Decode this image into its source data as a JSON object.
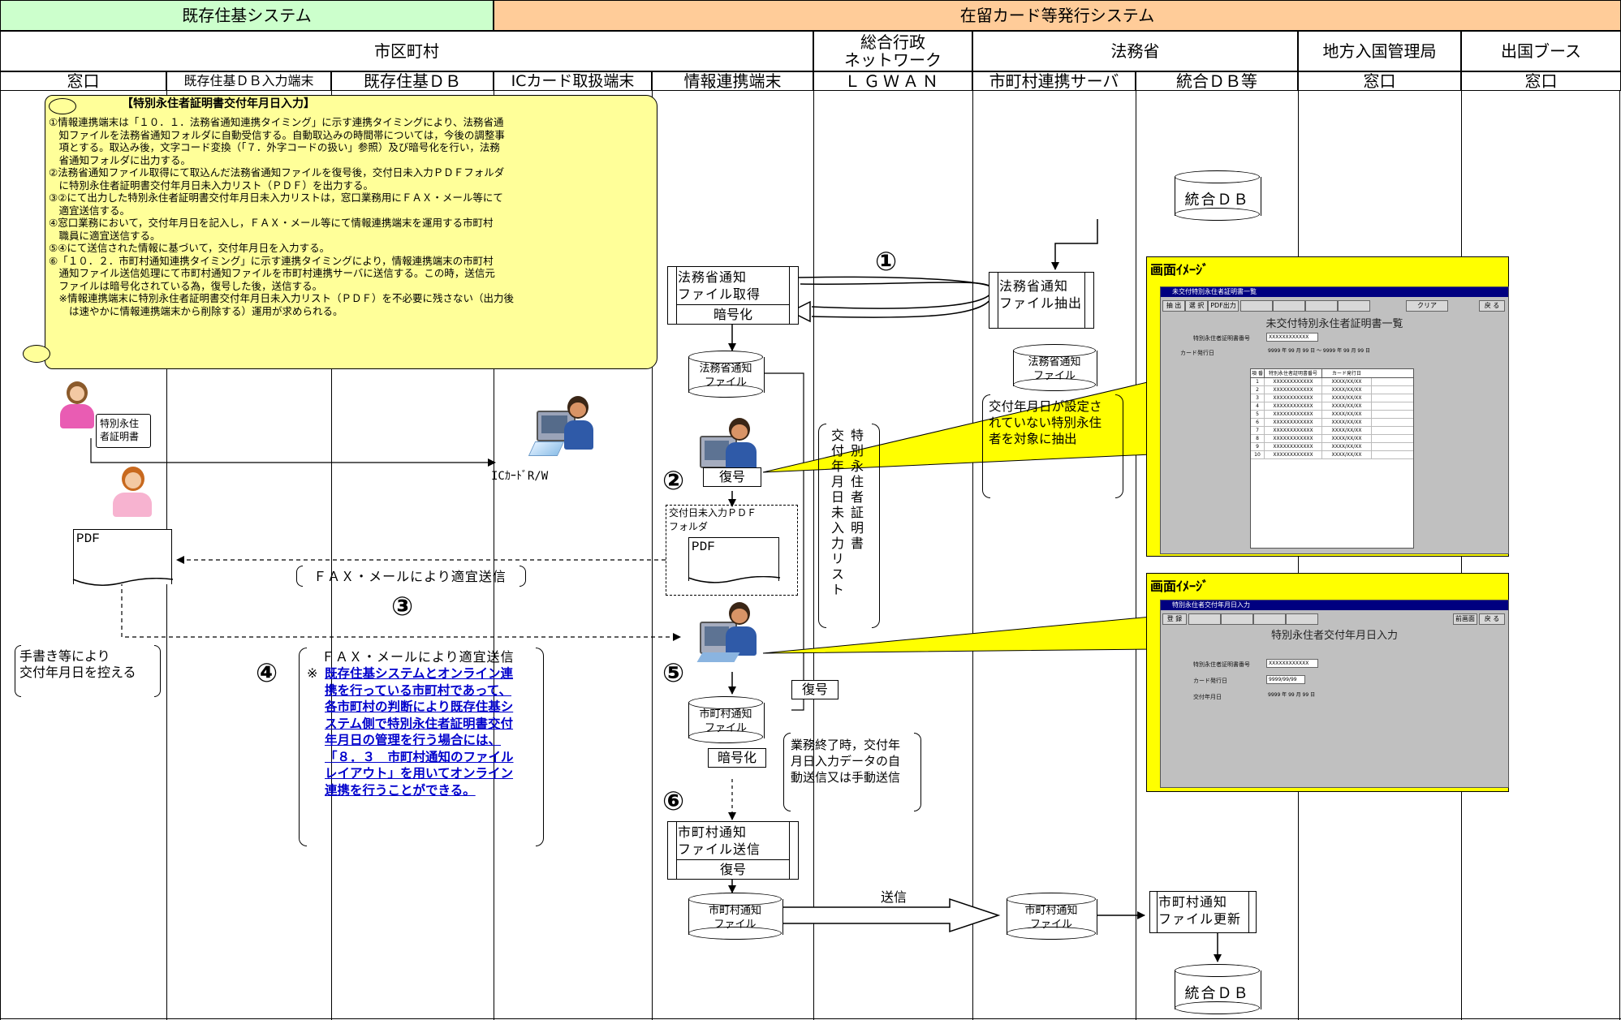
{
  "header": {
    "sys_existing": "既存住基システム",
    "sys_zairyu": "在留カード等発行システム",
    "org_city": "市区町村",
    "org_lgwan": "総合行政\nネットワーク",
    "org_moj": "法務省",
    "org_regional": "地方入国管理局",
    "org_booth": "出国ブース"
  },
  "lanes": [
    "窓口",
    "既存住基ＤＢ入力端末",
    "既存住基ＤＢ",
    "ICカード取扱端末",
    "情報連携端末",
    "ＬＧＷＡＮ",
    "市町村連携サーバ",
    "統合ＤＢ等",
    "窓口",
    "窓口"
  ],
  "note": {
    "title": "【特別永住者証明書交付年月日入力】",
    "lines": [
      "①情報連携端末は「１０．１．法務省通知連携タイミング」に示す連携タイミングにより、法務省通",
      "　知ファイルを法務省通知フォルダに自動受信する。自動取込みの時間帯については，今後の調整事",
      "　項とする。取込み後，文字コード変換（「７．外字コードの扱い」参照）及び暗号化を行い，法務",
      "　省通知フォルダに出力する。",
      "②法務省通知ファイル取得にて取込んだ法務省通知ファイルを復号後，交付日未入力ＰＤＦフォルダ",
      "　に特別永住者証明書交付年月日未入力リスト（ＰＤＦ）を出力する。",
      "③②にて出力した特別永住者証明書交付年月日未入力リストは，窓口業務用にＦＡＸ・メール等にて",
      "　適宜送信する。",
      "④窓口業務において，交付年月日を記入し，ＦＡＸ・メール等にて情報連携端末を運用する市町村",
      "　職員に適宜送信する。",
      "⑤④にて送信された情報に基づいて，交付年月日を入力する。",
      "⑥「１０．２．市町村通知連携タイミング」に示す連携タイミングにより，情報連携端末の市町村",
      "　通知ファイル送信処理にて市町村通知ファイルを市町村連携サーバに送信する。この時，送信元",
      "　ファイルは暗号化されている為，復号した後，送信する。",
      "　※情報連携端末に特別永住者証明書交付年月日未入力リスト（ＰＤＦ）を不必要に残さない（出力後",
      "　　は速やかに情報連携端末から削除する）運用が求められる。"
    ]
  },
  "nodes": {
    "db_togo_top": "統合ＤＢ",
    "db_togo_bottom": "統合ＤＢ",
    "moj_get": "法務省通知\nファイル取得",
    "moj_get_enc": "暗号化",
    "moj_extract": "法務省通知\nファイル抽出",
    "moj_file_left": "法務省通知\nファイル",
    "moj_file_right": "法務省通知\nファイル",
    "extract_note": "交付年月日が設定さ\nれていない特別永住\n者を対象に抽出",
    "cert_card": "特別永住\n者証明書",
    "ic_rw": "ICｶｰﾄﾞR/W",
    "decode1": "復号",
    "pdf_folder": "交付日未入力ＰＤＦ\nフォルダ",
    "pdf_left": "PDF",
    "pdf_mid": "PDF",
    "list_vertical": "特別永住者証明書\n交付年月日未入力リスト",
    "fax_send": "ＦＡＸ・メールにより適宜送信",
    "handwrite": "手書き等により\n交付年月日を控える",
    "fax_note_head": "ＦＡＸ・メールにより適宜送信",
    "fax_note_mark": "※",
    "fax_note_body": "既存住基システムとオンライン連携を行っている市町村であって、各市町村の判断により既存住基システム側で特別永住者証明書交付年月日の管理を行う場合には、「８．３　市町村通知のファイルレイアウト」を用いてオンライン連携を行うことができる。",
    "decode2": "復号",
    "city_file1": "市町村通知\nファイル",
    "city_enc": "暗号化",
    "auto_send": "業務終了時，交付年\n月日入力データの自\n動送信又は手動送信",
    "city_send": "市町村通知\nファイル送信",
    "city_send_dec": "復号",
    "city_file2": "市町村通知\nファイル",
    "send_label": "送信",
    "city_file3": "市町村通知\nファイル",
    "city_update": "市町村通知\nファイル更新"
  },
  "steps": [
    "①",
    "②",
    "③",
    "④",
    "⑤",
    "⑥"
  ],
  "screens": {
    "label": "画面ｲﾒｰｼﾞ",
    "s1_titlebar": "未交付特別永住者証明書一覧",
    "s1_buttons": [
      "抽 出",
      "選 択",
      "PDF出力",
      "クリア",
      "戻 る"
    ],
    "s1_title": "未交付特別永住者証明書一覧",
    "s1_field1_label": "特別永住者証明書番号",
    "s1_field1_value": "ⅩⅩⅩⅩⅩⅩⅩⅩⅩⅩⅩⅩ",
    "s1_field2_label": "カード発行日",
    "s1_field2_value": "9999 年 99 月 99 日 ～ 9999 年 99 月 99 日",
    "s1_table_headers": [
      "項 番",
      "特別永住者証明書番号",
      "カード発行日"
    ],
    "s1_rows": [
      "1",
      "2",
      "3",
      "4",
      "5",
      "6",
      "7",
      "8",
      "9",
      "10"
    ],
    "s1_row_no": "ⅩⅩⅩⅩⅩⅩⅩⅩⅩⅩⅩⅩ",
    "s1_row_date": "XXXX/XX/XX",
    "s2_titlebar": "特別永住者交付年月日入力",
    "s2_buttons": [
      "登 録",
      "前画面",
      "戻 る"
    ],
    "s2_title": "特別永住者交付年月日入力",
    "s2_field1_label": "特別永住者証明書番号",
    "s2_field1_value": "ⅩⅩⅩⅩⅩⅩⅩⅩⅩⅩⅩⅩ",
    "s2_field2_label": "カード発行日",
    "s2_field2_value": "9999/99/99",
    "s2_field3_label": "交付年月日",
    "s2_field3_value": "9999 年 99 月 99 日"
  },
  "colors": {
    "header_green": "#ccffcc",
    "header_orange": "#ffcc99",
    "note_yellow": "#ffff99",
    "screen_yellow": "#ffff00",
    "link_blue": "#0000cc"
  }
}
